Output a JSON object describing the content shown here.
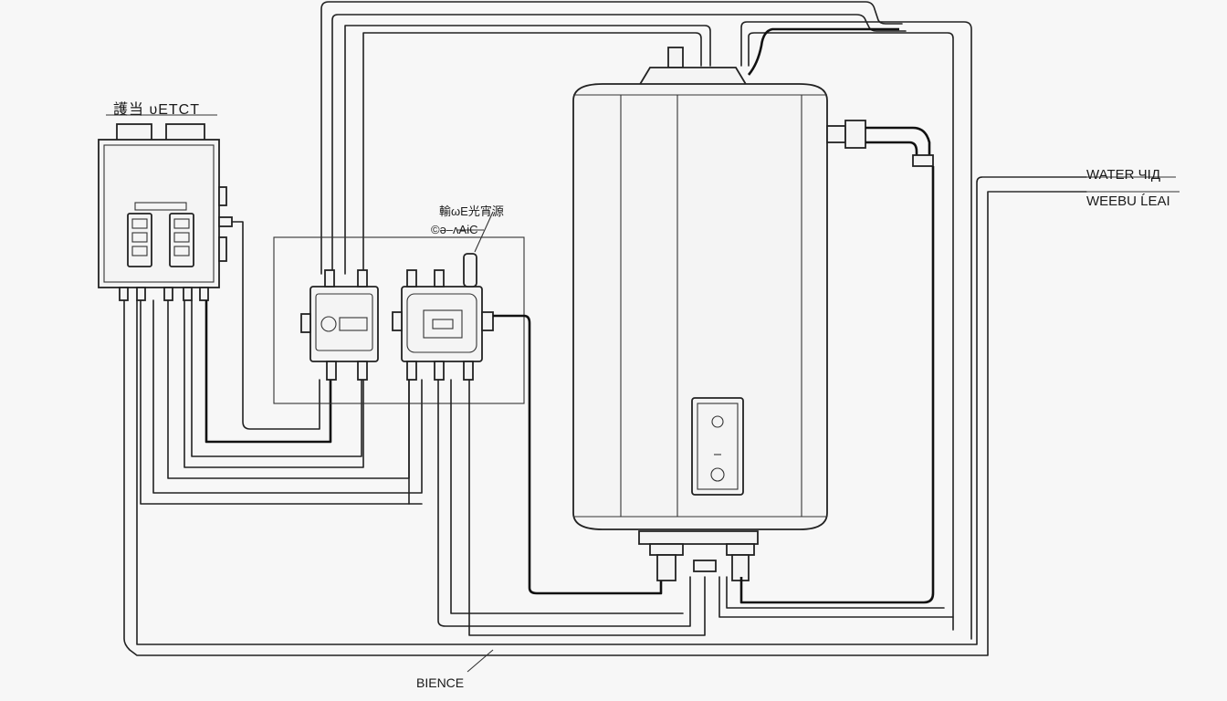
{
  "diagram": {
    "panel_label": "護当 υETCT",
    "junction_label_1": "輸ωE光宵源",
    "junction_label_2": "©ə–ʌΑіС",
    "heater_label_1": "WATER ЧІД",
    "heater_label_2": "WEEBU ĹEΑΙ",
    "bottom_label": "ΒΙENCE"
  },
  "icons": [
    "breaker-switch-icon",
    "pipe-elbow-icon",
    "thermostat-dial-icon"
  ]
}
